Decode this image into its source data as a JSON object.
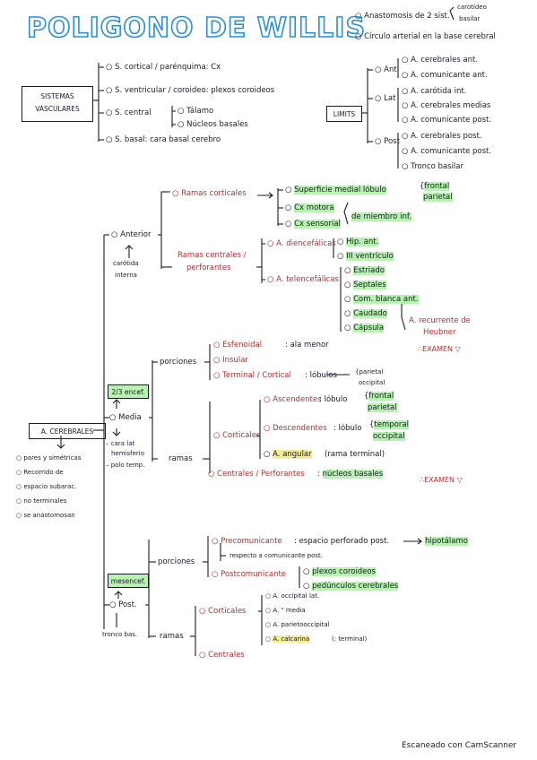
{
  "title": "POLIGONO DE WILLIS",
  "header_notes": {
    "small_top": "carotídeo",
    "small_bottom": "basilar",
    "note1": "Anastomosis de 2 sist.",
    "note2": "Círculo arterial en la base cerebral"
  },
  "sistemas": {
    "box_line1": "SISTEMAS",
    "box_line2": "VASCULARES",
    "items": [
      "S. cortical / parénquima: Cx",
      "S. ventricular / coroideo: plexos coroideos",
      "S. central",
      "S. basal: cara basal cerebro"
    ],
    "central_sub": [
      "Tálamo",
      "Núcleos basales"
    ]
  },
  "limits": {
    "box": "LIMITS",
    "ant": "Ant",
    "ant_items": [
      "A. cerebrales ant.",
      "A. comunicante ant."
    ],
    "lat": "Lat",
    "lat_items": [
      "A. carótida int.",
      "A. cerebrales medias",
      "A. comunicante post."
    ],
    "post": "Post",
    "post_items": [
      "A. cerebrales post.",
      "A. comunicante post.",
      "Tronco basilar"
    ]
  },
  "cerebrales": {
    "box": "A. CEREBRALES",
    "props": [
      "pares y simétricas",
      "Recorrido de",
      "espacio subarac.",
      "no terminales",
      "se anastomosan"
    ]
  },
  "anterior": {
    "label": "Anterior",
    "origin": [
      "carótida",
      "interna"
    ],
    "ramas_corticales": "Ramas corticales",
    "cort_items": [
      "Superficie medial lóbulo",
      "Cx motora",
      "Cx sensorial"
    ],
    "frontal_parietal": [
      "frontal",
      "parietal"
    ],
    "miembro": "de miembro inf.",
    "ramas_centrales": [
      "Ramas centrales /",
      "perforantes"
    ],
    "diencefalicas": "A. diencefálicas",
    "dien_items": [
      "Hip. ant.",
      "III ventrículo"
    ],
    "telencefalicas": "A. telencefálicas",
    "tel_items": [
      "Estriado",
      "Septales",
      "Com. blanca ant.",
      "Caudado",
      "Cápsula"
    ],
    "recurrente": [
      "A. recurrente de",
      "Heubner"
    ],
    "examen": "EXAMEN"
  },
  "media": {
    "fraction": "2/3 encef.",
    "label": "Media",
    "notes": [
      "cara lat",
      "hemisferio",
      "polo temp."
    ],
    "porciones": "porciones",
    "porc_items": [
      "Esfenoidal",
      "Insular",
      "Terminal / Cortical"
    ],
    "ala_menor": "ala menor",
    "lobulos": "lóbulos",
    "par_occ": [
      "parietal",
      "occipital"
    ],
    "ramas": "ramas",
    "corticales": "Corticales",
    "ascendentes": "Ascendentes",
    "descendentes": "Descendentes",
    "angular": "A. angular",
    "angular_note": "(rama terminal)",
    "lobulo": "lóbulo",
    "asc_lob": [
      "frontal",
      "parietal"
    ],
    "desc_lob": [
      "temporal",
      "occipital"
    ],
    "centrales": "Centrales / Perforantes",
    "nucleos": "núcleos basales",
    "examen": "EXAMEN"
  },
  "posterior": {
    "meso": "mesencef.",
    "label": "Post.",
    "origin": "tronco bas.",
    "porciones": "porciones",
    "precom": "Precomunicante",
    "precom_desc": "espacio perforado post.",
    "hipo": "hipotálamo",
    "respecto": "respecto a comunicante post.",
    "postcom": "Postcomunicante",
    "post_items": [
      "plexos coroideos",
      "pedúnculos cerebrales"
    ],
    "ramas": "ramas",
    "corticales": "Corticales",
    "cort_items": [
      "A. occipital lat.",
      "A.     \"     media",
      "A. parietooccipital",
      "A. calcarina"
    ],
    "calc_note": "(: terminal)",
    "centrales": "Centrales"
  },
  "footer": "Escaneado con CamScanner",
  "colors": {
    "ink": "#1a1a2e",
    "title": "#2a8fd6",
    "red": "#b03030",
    "green_hl": "#b7f2b0",
    "yellow_hl": "#f6ee8c"
  }
}
